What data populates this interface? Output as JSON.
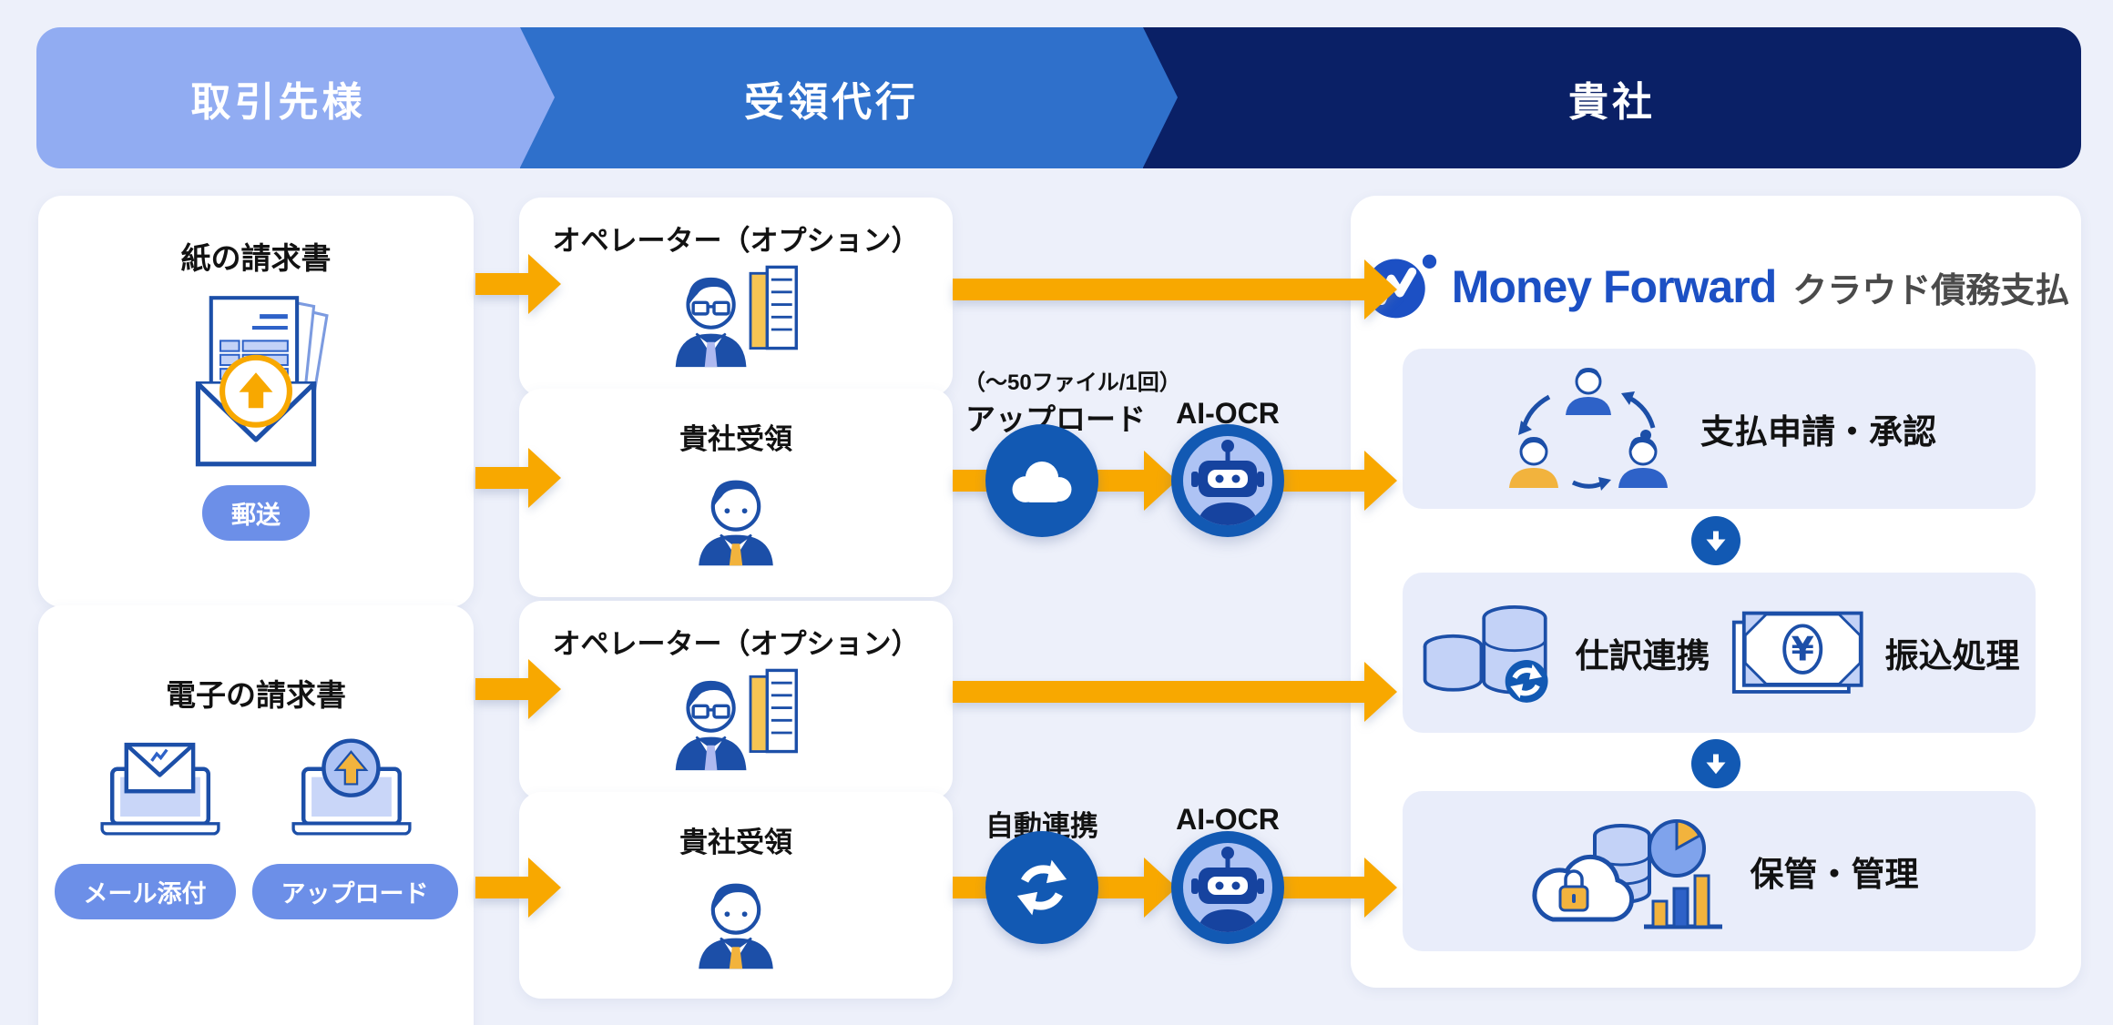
{
  "header": {
    "stages": [
      {
        "label": "取引先様"
      },
      {
        "label": "受領代行"
      },
      {
        "label": "貴社"
      }
    ]
  },
  "left": {
    "paper": {
      "title": "紙の請求書",
      "badge": "郵送"
    },
    "electronic": {
      "title": "電子の請求書",
      "badges": [
        "メール添付",
        "アップロード"
      ]
    }
  },
  "middle": {
    "cards": [
      {
        "title": "オペレーター（オプション）"
      },
      {
        "title": "貴社受領"
      },
      {
        "title": "オペレーター（オプション）"
      },
      {
        "title": "貴社受領"
      }
    ]
  },
  "flow": {
    "top": {
      "note": "（～50ファイル/1回）",
      "upload": "アップロード",
      "ocr": "AI-OCR"
    },
    "bottom": {
      "auto": "自動連携",
      "ocr": "AI-OCR"
    }
  },
  "right": {
    "brand": {
      "wordmark": "Money Forward",
      "product": "クラウド債務支払"
    },
    "steps": [
      {
        "label": "支払申請・承認"
      },
      {
        "labels": [
          "仕訳連携",
          "振込処理"
        ]
      },
      {
        "label": "保管・管理"
      }
    ]
  },
  "colors": {
    "background": "#EDF0FA",
    "stage_partner": "#91ACF2",
    "stage_agency": "#2F70CB",
    "stage_company": "#0A2066",
    "arrow_orange": "#F8A800",
    "circle_blue": "#1259B3",
    "pill_blue": "#6C8FE8",
    "subcard_lavender": "#E9EDFA",
    "brand_blue": "#1C50C4",
    "icon_outline": "#1C4FA8",
    "icon_periwinkle": "#C3D2F7",
    "icon_yellow": "#F2B33D"
  }
}
